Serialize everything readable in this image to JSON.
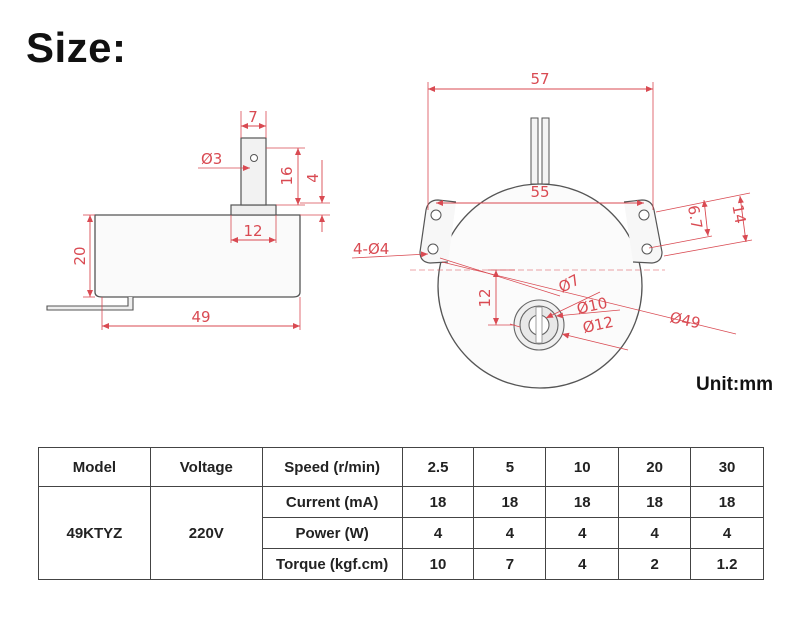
{
  "title": "Size:",
  "unit_label": "Unit:mm",
  "side_view": {
    "shaft_width": "7",
    "shaft_dia": "Ø3",
    "shaft_len": "16",
    "flat_len": "4",
    "boss_width": "12",
    "body_height": "20",
    "body_width": "49"
  },
  "front_view": {
    "overall_width": "57",
    "hole_spacing": "55",
    "tab_height": "14",
    "tab_offset": "6.7",
    "mount_holes": "4-Ø4",
    "shaft_offset": "12",
    "d_shaft": "Ø7",
    "d_boss": "Ø10",
    "d_ring": "Ø12",
    "d_body": "Ø49"
  },
  "table": {
    "col_model": "Model",
    "col_voltage": "Voltage",
    "model": "49KTYZ",
    "voltage": "220V",
    "rows": [
      {
        "label": "Speed (r/min)",
        "values": [
          "2.5",
          "5",
          "10",
          "20",
          "30"
        ]
      },
      {
        "label": "Current (mA)",
        "values": [
          "18",
          "18",
          "18",
          "18",
          "18"
        ]
      },
      {
        "label": "Power (W)",
        "values": [
          "4",
          "4",
          "4",
          "4",
          "4"
        ]
      },
      {
        "label": "Torque (kgf.cm)",
        "values": [
          "10",
          "7",
          "4",
          "2",
          "1.2"
        ]
      }
    ]
  }
}
